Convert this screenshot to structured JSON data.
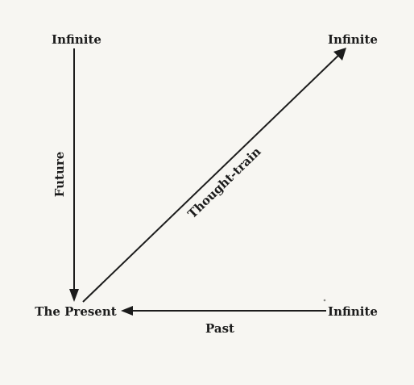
{
  "labels": {
    "infinite_top_left": "Infinite",
    "infinite_top_right": "Infinite",
    "infinite_bottom_right": "Infinite",
    "present": "The Present",
    "future": "Future",
    "thought_train": "Thought-train",
    "past": "Past"
  },
  "colors": {
    "background": "#f7f6f2",
    "ink": "#1c1c1c"
  }
}
